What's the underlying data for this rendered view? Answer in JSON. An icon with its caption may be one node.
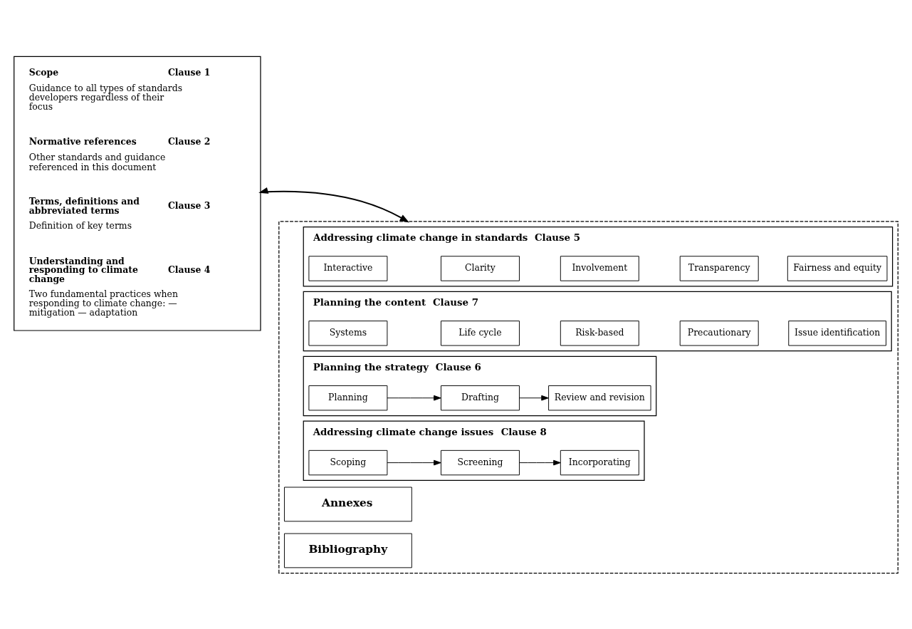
{
  "diagram": {
    "nodes": [
      {
        "text": [],
        "shape": "box"
      },
      {
        "text": [
          "Scope",
          "Clause 1",
          "Guidance to all types of standards developers regardless of their focus"
        ],
        "in": 0
      },
      {
        "text": [
          "Normative references",
          "Clause 2",
          "Other standards and guidance referenced in this document"
        ],
        "in": 0
      },
      {
        "text": [
          "Terms, definitions and abbreviated terms",
          "Clause 3",
          "Definition of key terms"
        ],
        "in": 0
      },
      {
        "text": [
          "Understanding and responding to climate change",
          "Clause 4",
          "Two fundamental practices when responding to climate change: — mitigation — adaptation"
        ],
        "in": 0
      },
      {
        "text": [],
        "shape": "box"
      },
      {
        "text": [
          "Addressing climate change in standards",
          "Clause 5"
        ],
        "in": 5
      },
      {
        "text": [
          "Interactive"
        ],
        "in": 6
      },
      {
        "text": [
          "Clarity"
        ],
        "in": 6
      },
      {
        "text": [
          "Involvement"
        ],
        "in": 6
      },
      {
        "text": [
          "Transparency"
        ],
        "in": 6
      },
      {
        "text": [
          "Fairness and equity"
        ],
        "in": 6
      },
      {
        "text": [
          "Planning the strategy",
          "Clause 6"
        ],
        "in": 5
      },
      {
        "text": [
          "Planning"
        ],
        "in": 12
      },
      {
        "text": [
          "Drafting"
        ],
        "in": 12
      },
      {
        "text": [
          "Review and revision"
        ],
        "in": 12
      },
      {
        "text": [
          "Planning the content",
          "Clause 7"
        ],
        "in": 5
      },
      {
        "text": [
          "Systems"
        ],
        "in": 16
      },
      {
        "text": [
          "Life cycle"
        ],
        "in": 16
      },
      {
        "text": [
          "Risk-based"
        ],
        "in": 16
      },
      {
        "text": [
          "Precautionary"
        ],
        "in": 16
      },
      {
        "text": [
          "Issue identification"
        ],
        "in": 16
      },
      {
        "text": [
          "Addressing climate change issues",
          "Clause 8"
        ],
        "in": 5
      },
      {
        "text": [
          "Scoping"
        ],
        "in": 22
      },
      {
        "text": [
          "Screening"
        ],
        "in": 22
      },
      {
        "text": [
          "Incorporating"
        ],
        "in": 22
      },
      {
        "text": [
          "Annexes"
        ],
        "in": 5
      },
      {
        "text": [
          "Bibliography"
        ],
        "in": 5
      }
    ],
    "edges": [
      {
        "from": 0,
        "to": 5,
        "arrow": "both"
      },
      {
        "from": 13,
        "to": 14,
        "arrow": "to"
      },
      {
        "from": 14,
        "to": 15,
        "arrow": "to"
      },
      {
        "from": 23,
        "to": 24,
        "arrow": "to"
      },
      {
        "from": 24,
        "to": 25,
        "arrow": "to"
      }
    ]
  }
}
